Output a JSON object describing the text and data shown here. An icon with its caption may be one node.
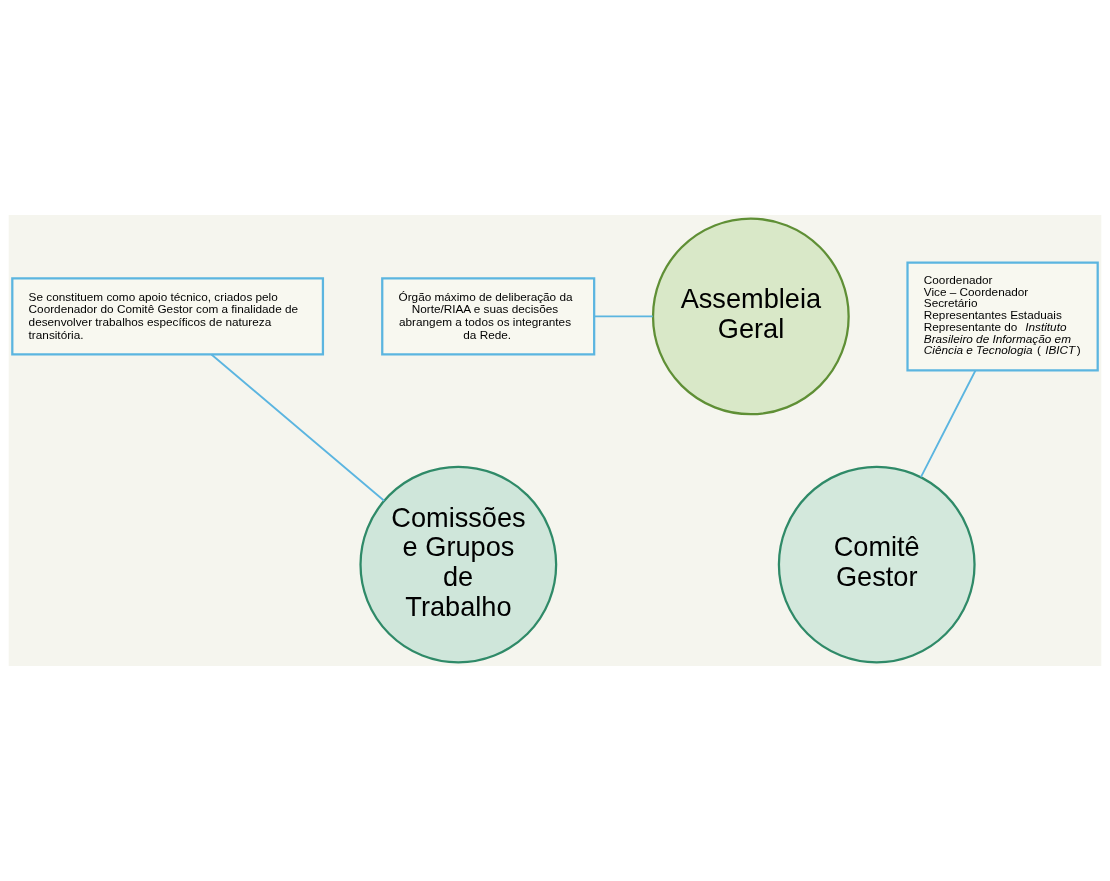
{
  "diagram": {
    "nodes": [
      {
        "text": [
          "Assembleia Geral"
        ]
      },
      {
        "text": [
          "Órgão máximo de deliberação da Norte/RIAA e suas decisões abrangem a todos os integrantes da Rede."
        ]
      },
      {
        "text": [
          "Comissões e Grupos de Trabalho"
        ]
      },
      {
        "text": [
          "Comitê Gestor"
        ]
      },
      {
        "text": [
          "Se constituem como apoio técnico, criados pelo Coordenador do Comitê Gestor com a finalidade de desenvolver trabalhos específicos de natureza transitória."
        ]
      },
      {
        "text": [
          "Coordenador",
          "Vice – Coordenador",
          "Secretário",
          "Representantes Estaduais",
          "Representante do *Instituto Brasileiro de Informação em Ciência e Tecnologia* (*IBICT*)"
        ]
      }
    ],
    "edges": [
      {
        "from": 1,
        "to": 0,
        "arrow": "none"
      },
      {
        "from": 4,
        "to": 2,
        "arrow": "none"
      },
      {
        "from": 5,
        "to": 3,
        "arrow": "none"
      }
    ]
  }
}
